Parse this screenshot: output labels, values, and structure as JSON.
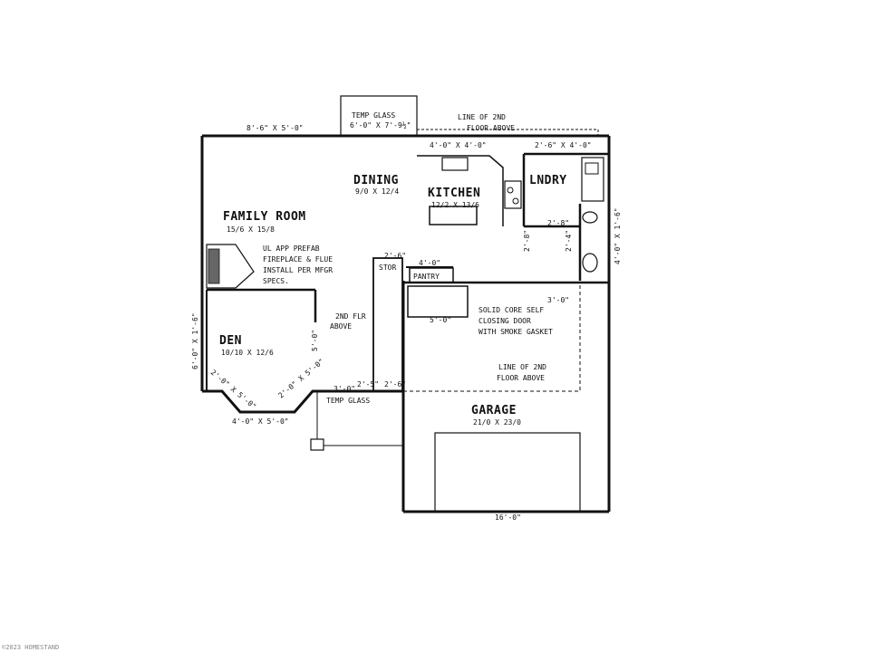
{
  "rooms": {
    "family_room": "FAMILY ROOM",
    "family_room_size": "15/6 X 15/8",
    "dining": "DINING",
    "dining_size": "9/0 X 12/4",
    "kitchen": "KITCHEN",
    "kitchen_size": "12/2 X 13/6",
    "laundry": "LNDRY",
    "den": "DEN",
    "den_size": "10/10 X 12/6",
    "garage": "GARAGE",
    "garage_size": "21/0 X 23/0",
    "pantry": "PANTRY",
    "storage": "STOR"
  },
  "notes": {
    "temp_glass_top_1": "TEMP GLASS",
    "temp_glass_top_2": "6'-0\" X 7'-9½\"",
    "line_2nd_top_1": "LINE OF 2ND",
    "line_2nd_top_2": "FLOOR ABOVE",
    "fireplace_1": "UL APP PREFAB",
    "fireplace_2": "FIREPLACE & FLUE",
    "fireplace_3": "INSTALL PER MFGR",
    "fireplace_4": "SPECS.",
    "flr_above_1": "2ND FLR",
    "flr_above_2": "ABOVE",
    "door_1": "SOLID CORE SELF",
    "door_2": "CLOSING DOOR",
    "door_3": "WITH SMOKE GASKET",
    "line_2nd_garage_1": "LINE OF 2ND",
    "line_2nd_garage_2": "FLOOR ABOVE",
    "temp_glass_bottom": "TEMP GLASS"
  },
  "dims": {
    "window_family": "8'-6\" X 5'-0\"",
    "window_kitchen": "4'-0\" X 4'-0\"",
    "window_laundry": "2'-6\" X 4'-0\"",
    "right_window": "4'-0\" X 1'-6\"",
    "left_window": "6'-0\" X 1'-6\"",
    "den_bottom": "4'-0\" X 5'-0\"",
    "bay_left": "2'-0\" X 5'-0\"",
    "bay_right": "2'-0\" X 5'-0\"",
    "den_closet": "5'-0\"",
    "stor_door": "2'-6\"",
    "pantry_door": "4'-0\"",
    "laundry_door": "2'-8\"",
    "bath_door": "2'-4\"",
    "kitchen_door": "2'-8\"",
    "garage_door_width": "16'-0\"",
    "water_heater_door": "3'-0\"",
    "furnace_door": "5'-0\"",
    "hall_door_1": "2'-5\"",
    "hall_door_2": "2'-6\"",
    "entry_door": "3'-0\""
  },
  "footer": "©2023 HOMESTAND"
}
